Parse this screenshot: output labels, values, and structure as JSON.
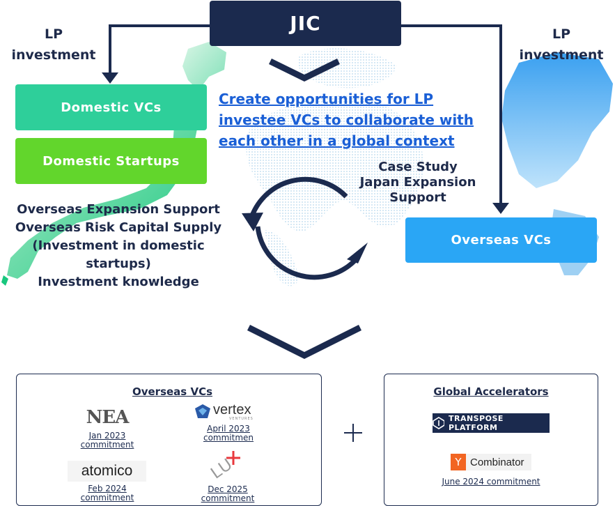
{
  "top": {
    "jic": "JIC",
    "lp_left": "LP investment",
    "lp_right": "LP investment"
  },
  "boxes": {
    "domestic_vcs": "Domestic VCs",
    "domestic_startups": "Domestic Startups",
    "overseas_vcs": "Overseas VCs"
  },
  "link_text": "Create opportunities for LP investee VCs to collaborate with each other in a global context",
  "case_study": [
    "Case Study",
    "Japan Expansion",
    "Support"
  ],
  "support_lines": [
    "Overseas Expansion Support",
    "Overseas Risk Capital Supply",
    "(Investment in domestic startups)",
    "Investment knowledge"
  ],
  "overseas_panel": {
    "title": "Overseas VCs",
    "items": [
      {
        "logo": "NEA",
        "date": "Jan 2023",
        "label": "commitment"
      },
      {
        "logo": "vertex",
        "logo_sub": "VENTURES",
        "date": "April 2023",
        "label": "commitmen"
      },
      {
        "logo": "atomico",
        "date": "Feb 2024",
        "label": "commitment"
      },
      {
        "logo": "LU",
        "date": "Dec 2025",
        "label": "commitment"
      }
    ]
  },
  "accelerators_panel": {
    "title": "Global Accelerators",
    "transpose": "TRANSPOSE PLATFORM",
    "yc_letter": "Y",
    "yc_word": "Combinator",
    "commitment": "June 2024 commitment"
  },
  "colors": {
    "navy": "#1b2a4e",
    "domestic_vcs": "#2ecf9a",
    "domestic_startups": "#62d62c",
    "overseas_vcs": "#2aa6f5",
    "link": "#1a5fd6",
    "yc_orange": "#f26522",
    "lu_red": "#e8383d"
  }
}
